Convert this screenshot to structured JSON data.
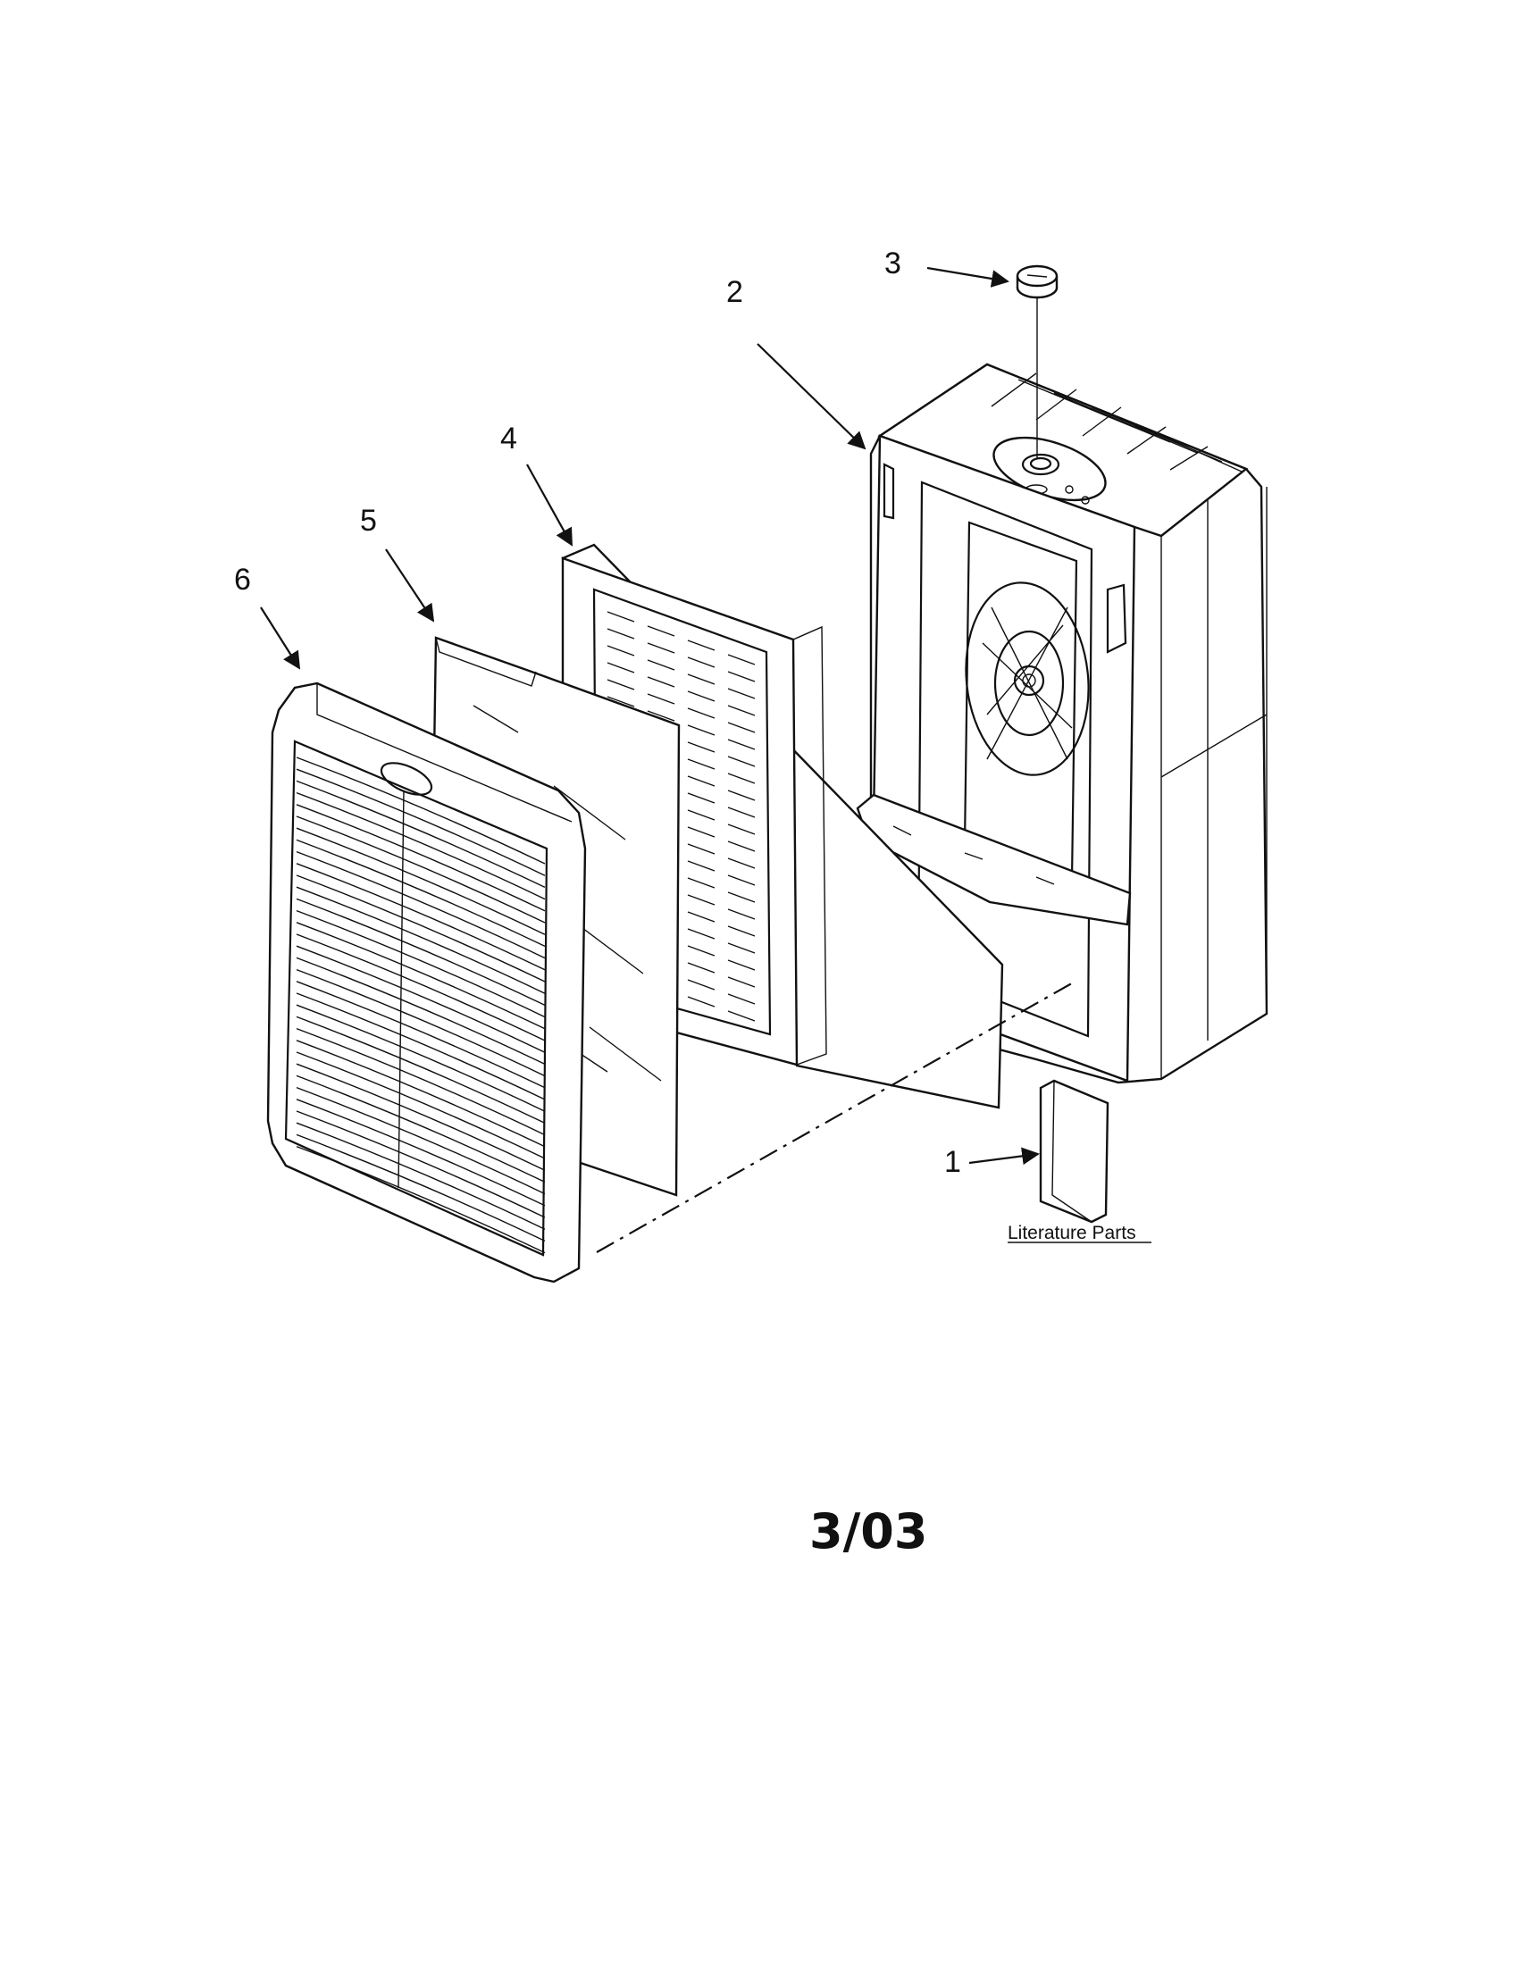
{
  "callouts": {
    "c1": "1",
    "c2": "2",
    "c3": "3",
    "c4": "4",
    "c5": "5",
    "c6": "6"
  },
  "literature_label": "Literature Parts",
  "date_code": "3/03"
}
